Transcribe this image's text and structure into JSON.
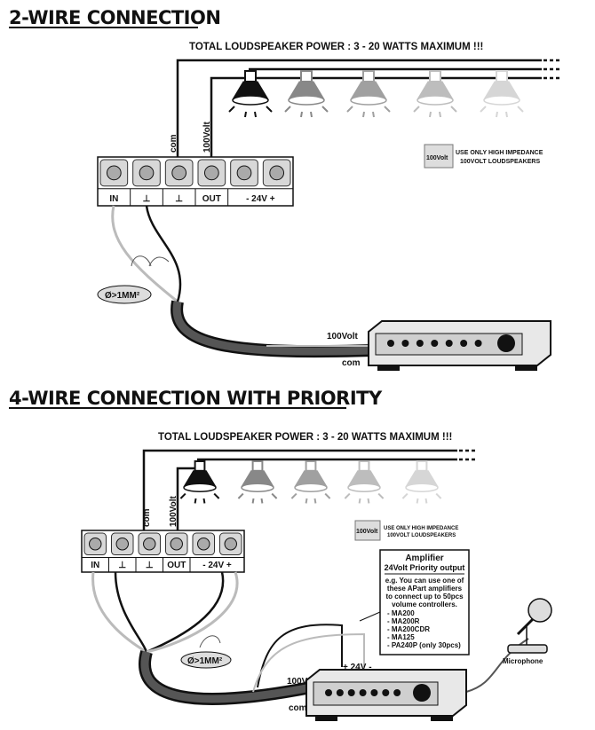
{
  "section1": {
    "title": "2-WIRE CONNECTION",
    "power_note": "TOTAL LOUDSPEAKER POWER : 3 - 20 WATTS MAXIMUM !!!",
    "impedance_note": [
      "USE ONLY HIGH IMPEDANCE",
      "100VOLT LOUDSPEAKERS"
    ],
    "impedance_badge": "100Volt",
    "wire_labels": {
      "com": "com",
      "v100": "100Volt"
    },
    "terminals": [
      "IN",
      "⊥",
      "⊥",
      "OUT",
      "-  24V  +"
    ],
    "cable_note": "Ø>1MM²",
    "amp_labels": {
      "v100": "100Volt",
      "com": "com"
    }
  },
  "section2": {
    "title": "4-WIRE CONNECTION WITH PRIORITY",
    "power_note": "TOTAL LOUDSPEAKER POWER : 3 - 20 WATTS MAXIMUM !!!",
    "impedance_note": [
      "USE ONLY HIGH IMPEDANCE",
      "100VOLT LOUDSPEAKERS"
    ],
    "impedance_badge": "100Volt",
    "wire_labels": {
      "com": "com",
      "v100": "100Volt"
    },
    "terminals": [
      "IN",
      "⊥",
      "⊥",
      "OUT",
      "-  24V  +"
    ],
    "cable_note": "Ø>1MM²",
    "amp_labels": {
      "v100": "100V",
      "com": "com",
      "priority": "+  24V  -"
    },
    "amplifier_box": {
      "heading": "Amplifier",
      "subheading": "24Volt Priority output",
      "text": [
        "e.g. You can use one of",
        "these APart amplifiers",
        "to connect up to 50pcs",
        "volume controllers."
      ],
      "models": [
        "- MA200",
        "- MA200R",
        "- MA200CDR",
        "- MA125",
        "- PA240P (only 30pcs)"
      ]
    },
    "microphone_label": "Microphone"
  },
  "colors": {
    "speaker_shades": [
      "#111111",
      "#888888",
      "#a0a0a0",
      "#bdbdbd",
      "#d6d6d6"
    ]
  }
}
